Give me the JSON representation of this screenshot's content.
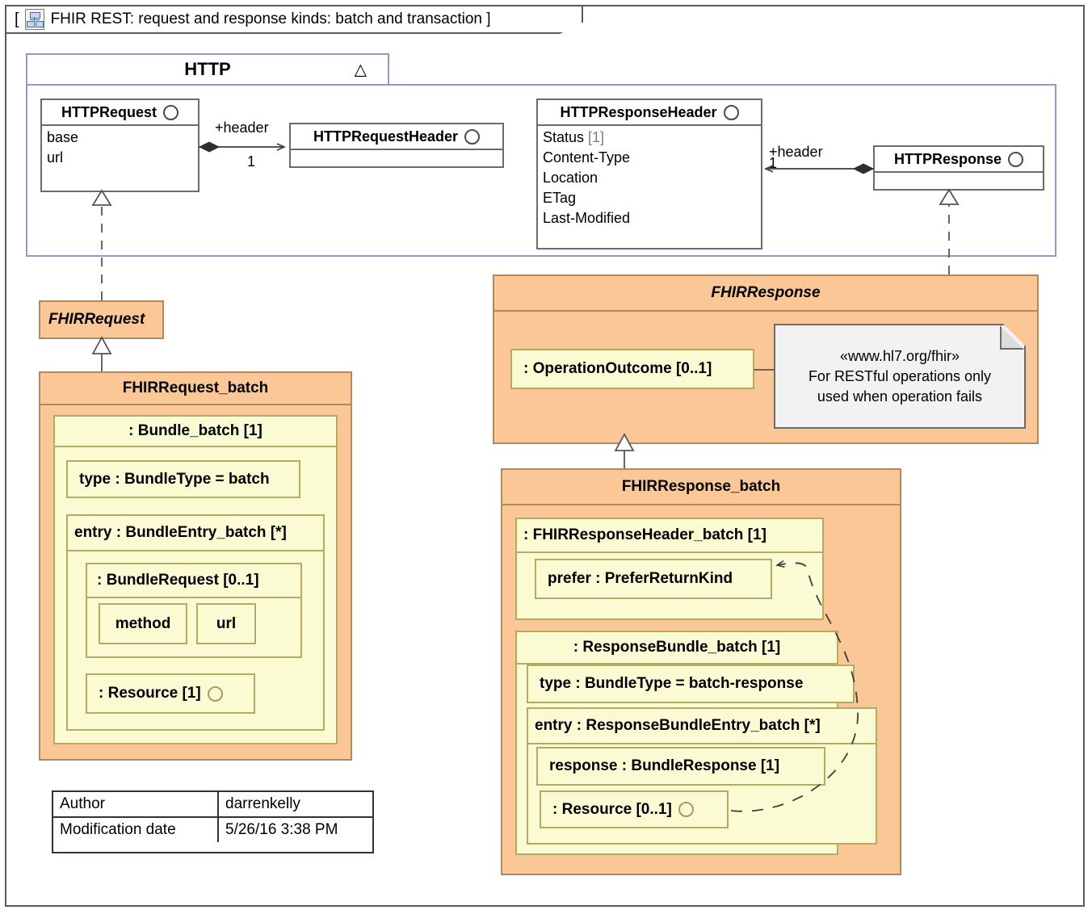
{
  "frame": {
    "open_bracket": "[",
    "close_bracket": "]",
    "icon": "class-diagram-icon",
    "title": "FHIR REST: request and response kinds: batch and transaction"
  },
  "package": {
    "name": "HTTP",
    "marker": "△"
  },
  "classes": {
    "http_request": {
      "name": "HTTPRequest",
      "icon": "interface-circle-icon",
      "attributes": [
        "base",
        "url"
      ]
    },
    "http_request_header": {
      "name": "HTTPRequestHeader",
      "icon": "interface-circle-icon",
      "attributes": []
    },
    "http_response_header": {
      "name": "HTTPResponseHeader",
      "icon": "interface-circle-icon",
      "attributes": [
        {
          "text": "Status",
          "mult": "[1]"
        },
        {
          "text": "Content-Type",
          "mult": ""
        },
        {
          "text": "Location",
          "mult": ""
        },
        {
          "text": "ETag",
          "mult": ""
        },
        {
          "text": "Last-Modified",
          "mult": ""
        }
      ]
    },
    "http_response": {
      "name": "HTTPResponse",
      "icon": "interface-circle-icon",
      "attributes": []
    }
  },
  "associations": {
    "request_header": {
      "role": "+header",
      "multiplicity": "1"
    },
    "response_header": {
      "role": "+header",
      "multiplicity": "1"
    }
  },
  "fhir_request": {
    "name": "FHIRRequest"
  },
  "fhir_request_batch": {
    "name": "FHIRRequest_batch",
    "bundle": {
      "title": ": Bundle_batch [1]",
      "type_prop": "type : BundleType = batch",
      "entry": {
        "title": "entry : BundleEntry_batch [*]",
        "bundle_request": {
          "title": ": BundleRequest [0..1]",
          "method": "method",
          "url": "url"
        },
        "resource": ": Resource [1]",
        "resource_icon": "interface-circle-icon"
      }
    }
  },
  "fhir_response": {
    "name": "FHIRResponse",
    "operation_outcome": ": OperationOutcome [0..1]",
    "note": {
      "stereotype": "«www.hl7.org/fhir»",
      "line1": "For RESTful operations only",
      "line2": "used when operation fails"
    }
  },
  "fhir_response_batch": {
    "name": "FHIRResponse_batch",
    "header": {
      "title": ": FHIRResponseHeader_batch [1]",
      "prefer": "prefer : PreferReturnKind"
    },
    "bundle": {
      "title": ": ResponseBundle_batch [1]",
      "type_prop": "type : BundleType = batch-response",
      "entry": {
        "title": "entry : ResponseBundleEntry_batch [*]",
        "response": "response : BundleResponse [1]",
        "resource": ": Resource [0..1]",
        "resource_icon": "interface-circle-icon"
      }
    }
  },
  "tags": {
    "rows": [
      {
        "key": "Author",
        "value": "darrenkelly"
      },
      {
        "key": "Modification date",
        "value": "5/26/16 3:38 PM"
      }
    ]
  },
  "colors": {
    "orange_fill": "#fbc796",
    "orange_border": "#b08a5e",
    "yellow_fill": "#fbfbd3",
    "yellow_border": "#b3ab63",
    "package_border": "#8b9dc3",
    "frame_border": "#5a5a5a",
    "note_fill": "#f2f2f2"
  }
}
